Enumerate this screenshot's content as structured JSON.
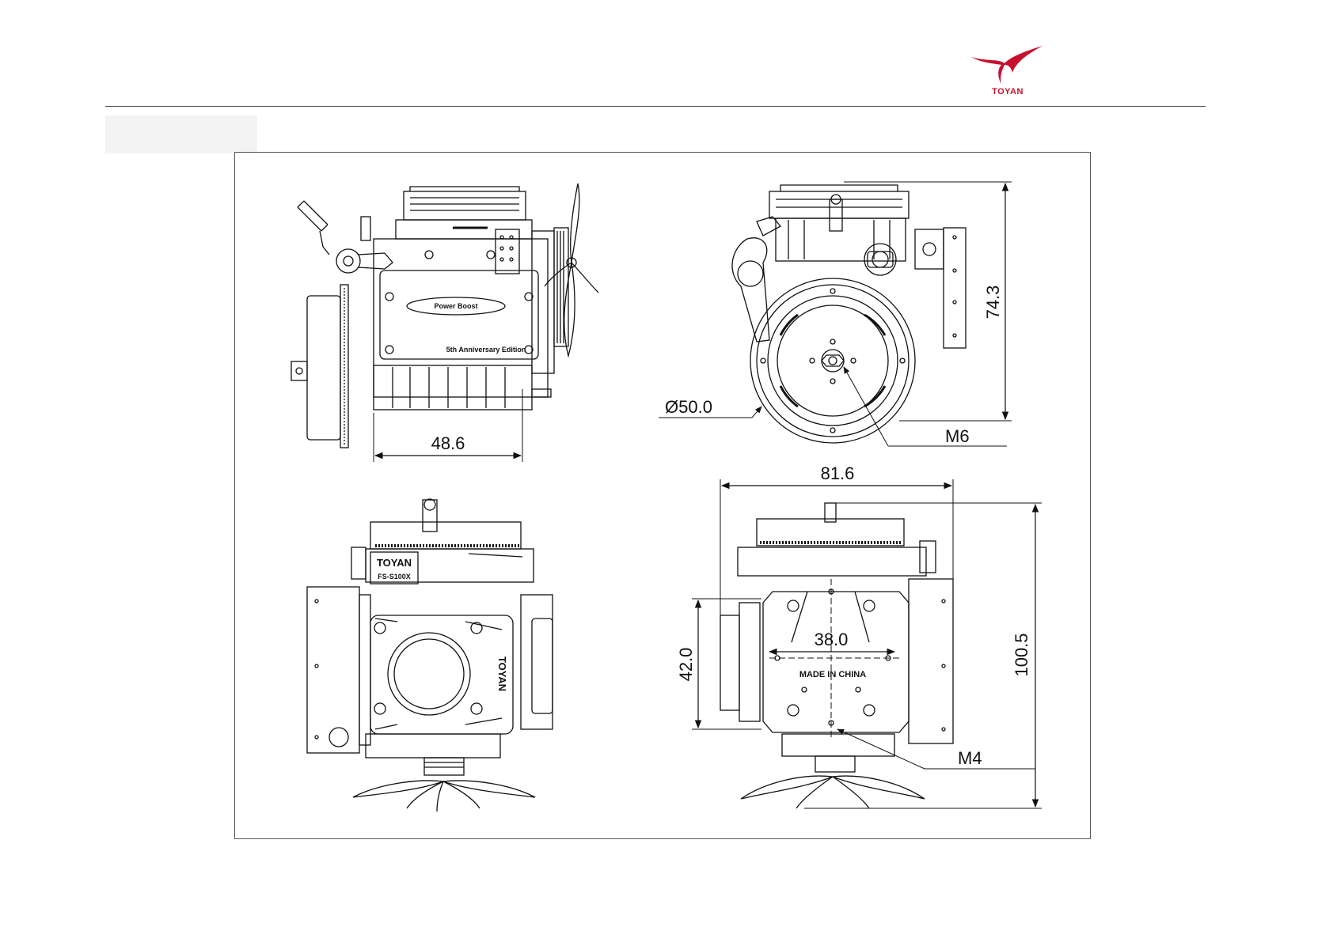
{
  "logo": {
    "text": "TOYAN",
    "color": "#c8102e"
  },
  "views": {
    "side": {
      "dim_width": "48.6",
      "plate_top": "Power Boost",
      "plate_edition": "5th Anniversary Edition"
    },
    "front": {
      "dim_flywheel": "Ø50.0",
      "dim_thread": "M6",
      "dim_height": "74.3"
    },
    "rear": {
      "brand": "TOYAN",
      "model": "FS-S100X",
      "side_brand": "TOYAN"
    },
    "bottom": {
      "dim_width": "81.6",
      "dim_inner": "38.0",
      "dim_left": "42.0",
      "dim_total": "100.5",
      "dim_thread": "M4",
      "made_in": "MADE IN CHINA"
    }
  }
}
